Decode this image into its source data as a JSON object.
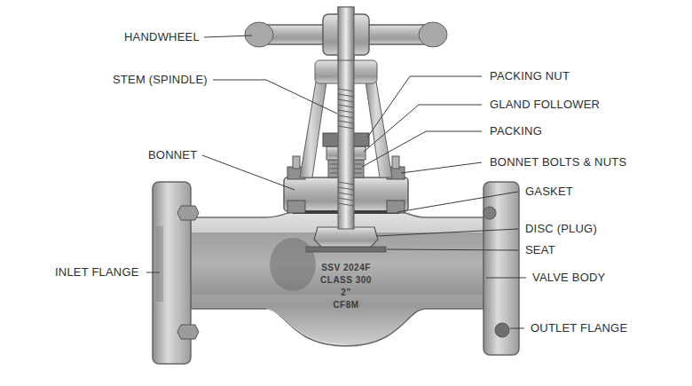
{
  "diagram": {
    "labels": [
      "HANDWHEEL",
      "STEM (SPINDLE)",
      "BONNET",
      "INLET FLANGE",
      "PACKING NUT",
      "GLAND FOLLOWER",
      "PACKING",
      "BONNET BOLTS & NUTS",
      "GASKET",
      "DISC (PLUG)",
      "SEAT",
      "VALVE BODY",
      "OUTLET FLANGE",
      "SSV 2024F",
      "CLASS 300",
      "2\"",
      "CF8M"
    ]
  }
}
